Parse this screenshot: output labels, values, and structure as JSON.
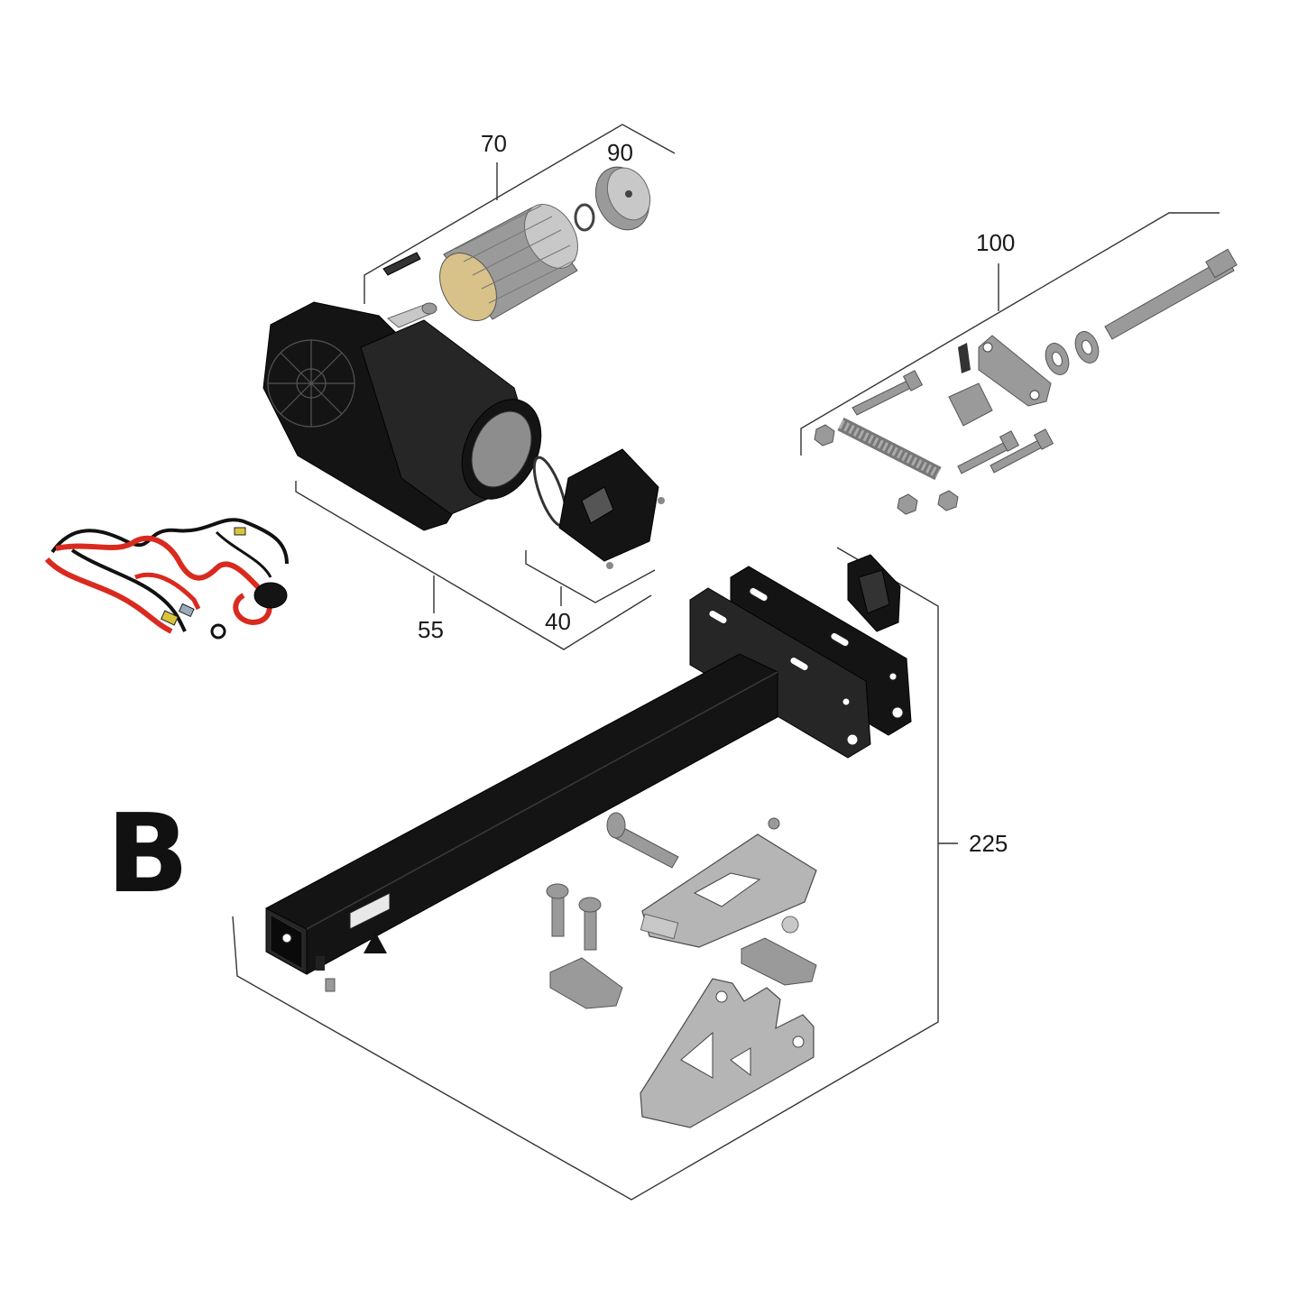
{
  "diagram": {
    "section_letter": "B",
    "callouts": [
      {
        "id": "c70",
        "label": "70"
      },
      {
        "id": "c90",
        "label": "90"
      },
      {
        "id": "c100",
        "label": "100"
      },
      {
        "id": "c55",
        "label": "55"
      },
      {
        "id": "c40",
        "label": "40"
      },
      {
        "id": "c225",
        "label": "225"
      }
    ],
    "parts": [
      "cable-harness",
      "gear-motor",
      "spline-shaft-sleeve",
      "end-cap",
      "motor-cover",
      "linkage-kit",
      "square-tube-arm",
      "mounting-brackets",
      "plastic-cap",
      "latch-plate",
      "support-bracket"
    ]
  }
}
